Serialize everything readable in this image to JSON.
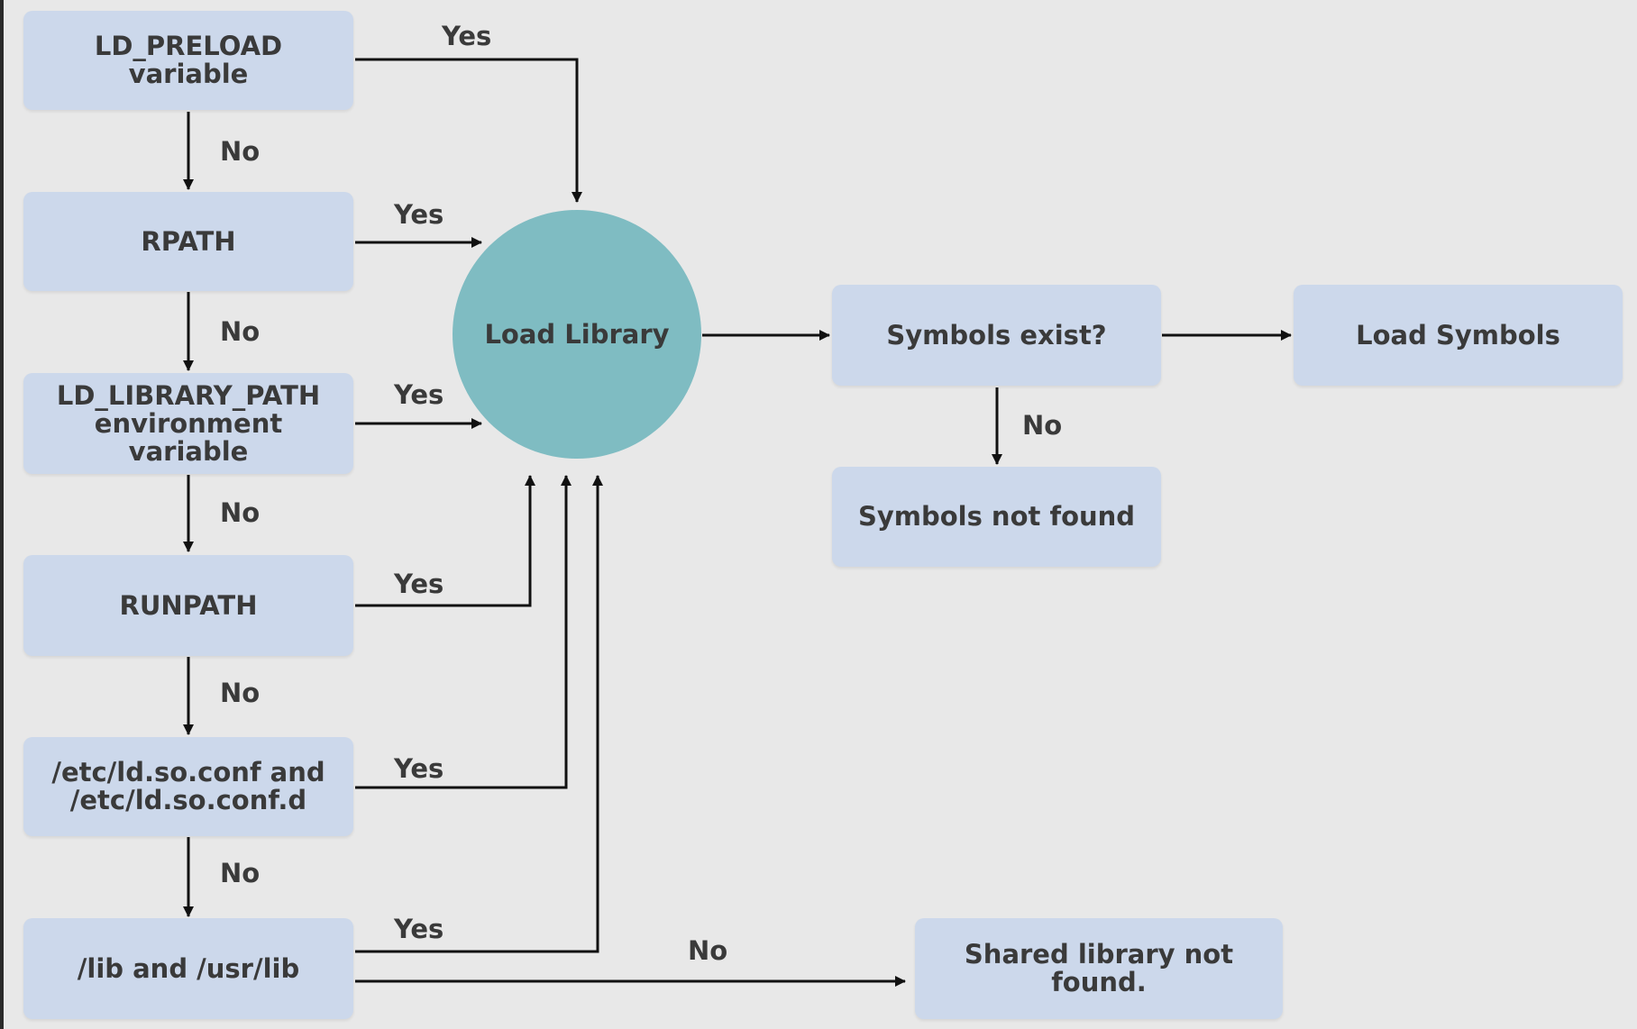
{
  "nodes": {
    "ld_preload": "LD_PRELOAD variable",
    "rpath": "RPATH",
    "ld_library_path": "LD_LIBRARY_PATH\nenvironment variable",
    "runpath": "RUNPATH",
    "ld_so_conf": "/etc/ld.so.conf and\n/etc/ld.so.conf.d",
    "lib_usr_lib": "/lib and /usr/lib",
    "load_library": "Load Library",
    "symbols_exist": "Symbols exist?",
    "load_symbols": "Load Symbols",
    "symbols_not_found": "Symbols not found",
    "shared_library_not_found": "Shared library not found."
  },
  "edge_labels": {
    "yes": "Yes",
    "no": "No"
  },
  "colors": {
    "box": "#ccd8eb",
    "circle": "#7fbcc2",
    "background": "#e8e8e8",
    "line": "#111111",
    "text": "#3a3a3a"
  }
}
